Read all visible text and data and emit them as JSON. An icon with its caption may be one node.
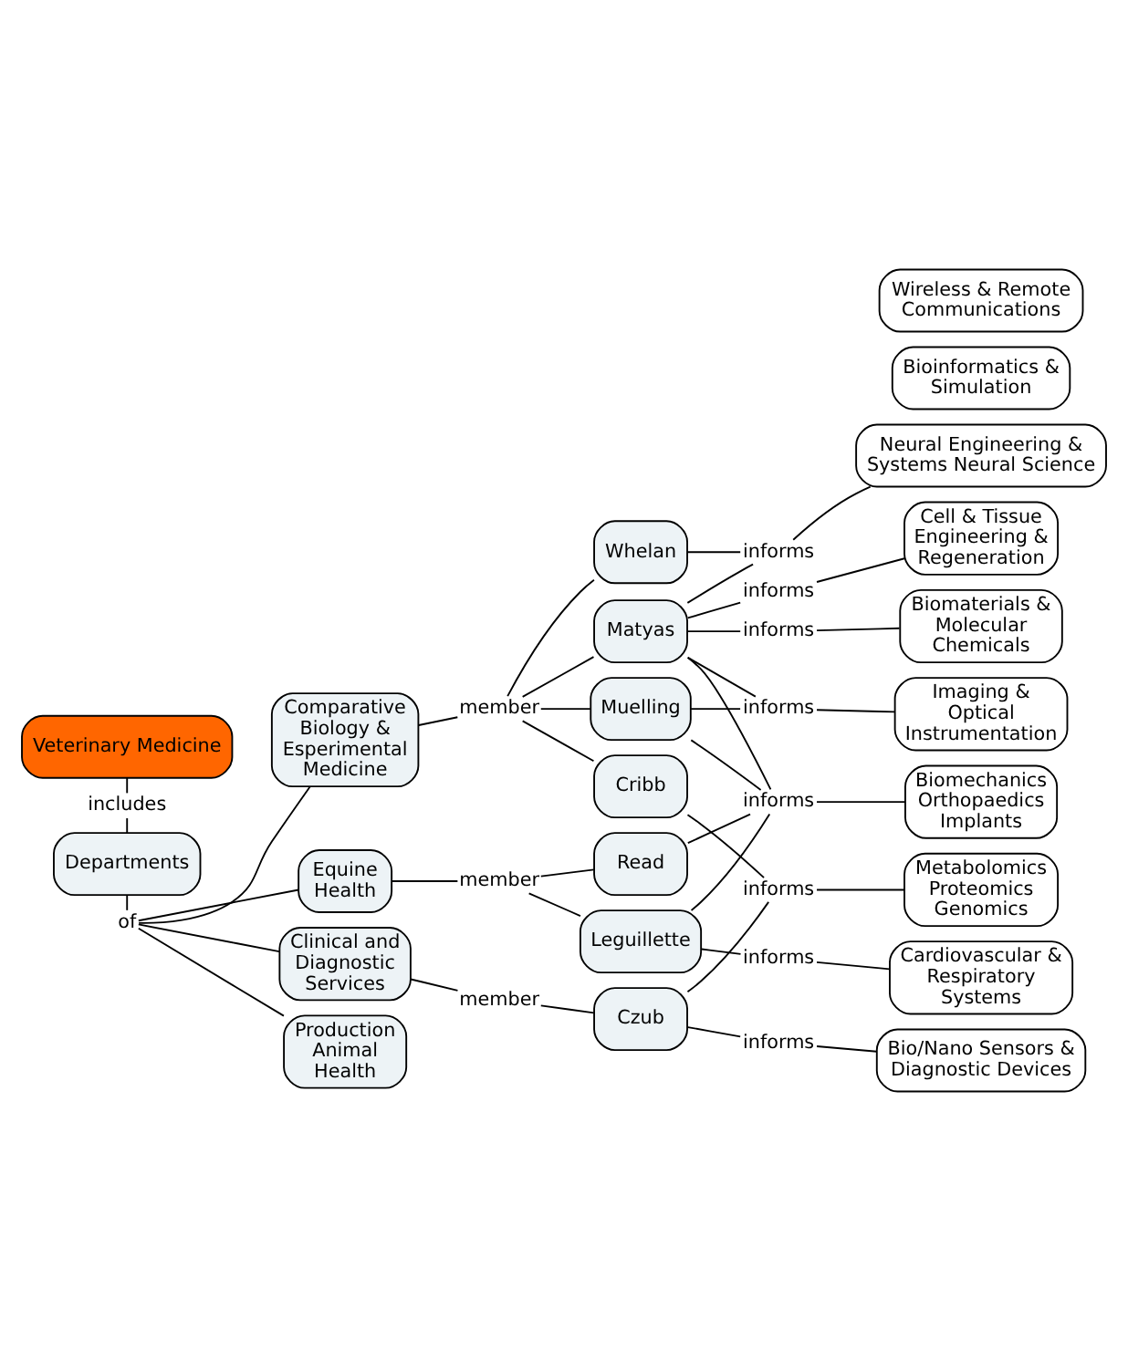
{
  "diagram": {
    "nodes": [
      {
        "text": [
          "Veterinary Medicine"
        ]
      },
      {
        "text": [
          "includes"
        ]
      },
      {
        "text": [
          "Departments"
        ]
      },
      {
        "text": [
          "of"
        ]
      },
      {
        "text": [
          "Comparative Biology & Esperimental Medicine"
        ]
      },
      {
        "text": [
          "Whelan"
        ]
      },
      {
        "text": [
          "informs"
        ]
      },
      {
        "text": [
          "Neural Engineering & Systems Neural Science"
        ]
      },
      {
        "text": [
          "member"
        ]
      },
      {
        "text": [
          "Matyas"
        ]
      },
      {
        "text": [
          "informs"
        ]
      },
      {
        "text": [
          "Biomechanics Orthopaedics Implants"
        ]
      },
      {
        "text": [
          "Clinical and Diagnostic Services"
        ]
      },
      {
        "text": [
          "Muelling"
        ]
      },
      {
        "text": [
          "informs"
        ]
      },
      {
        "text": [
          "Cell & Tissue Engineering & Regeneration"
        ]
      },
      {
        "text": [
          "Cribb"
        ]
      },
      {
        "text": [
          "Production Animal Health"
        ]
      },
      {
        "text": [
          "informs"
        ]
      },
      {
        "text": [
          "Cardiovascular & Respiratory Systems"
        ]
      },
      {
        "text": [
          "member"
        ]
      },
      {
        "text": [
          "Equine Health"
        ]
      },
      {
        "text": [
          "Czub"
        ]
      },
      {
        "text": [
          "informs"
        ]
      },
      {
        "text": [
          "Imaging & Optical Instrumentation"
        ]
      },
      {
        "text": [
          "informs"
        ]
      },
      {
        "text": [
          "Bio/Nano Sensors & Diagnostic Devices"
        ]
      },
      {
        "text": [
          "member"
        ]
      },
      {
        "text": [
          "Leguillette"
        ]
      },
      {
        "text": [
          "Bioinformatics & Simulation"
        ]
      },
      {
        "text": [
          "Wireless & Remote Communications"
        ]
      },
      {
        "text": [
          "Read"
        ]
      },
      {
        "text": [
          "informs"
        ]
      },
      {
        "text": [
          "Metabolomics Proteomics Genomics"
        ]
      },
      {
        "text": [
          "informs"
        ]
      },
      {
        "text": [
          "Biomaterials & Molecular Chemicals"
        ]
      }
    ],
    "edges": [
      {
        "from": 0,
        "to": 1,
        "arrow": "none"
      },
      {
        "from": 1,
        "to": 2,
        "arrow": "none"
      },
      {
        "from": 2,
        "to": 3,
        "arrow": "none"
      },
      {
        "from": 3,
        "to": 4,
        "arrow": "none"
      },
      {
        "from": 3,
        "to": 12,
        "arrow": "none"
      },
      {
        "from": 3,
        "to": 17,
        "arrow": "none"
      },
      {
        "from": 3,
        "to": 21,
        "arrow": "none"
      },
      {
        "from": 4,
        "to": 8,
        "arrow": "none"
      },
      {
        "from": 8,
        "to": 5,
        "arrow": "none"
      },
      {
        "from": 8,
        "to": 9,
        "arrow": "none"
      },
      {
        "from": 8,
        "to": 13,
        "arrow": "none"
      },
      {
        "from": 8,
        "to": 16,
        "arrow": "none"
      },
      {
        "from": 5,
        "to": 6,
        "arrow": "none"
      },
      {
        "from": 9,
        "to": 6,
        "arrow": "none"
      },
      {
        "from": 6,
        "to": 7,
        "arrow": "none"
      },
      {
        "from": 9,
        "to": 10,
        "arrow": "none"
      },
      {
        "from": 13,
        "to": 10,
        "arrow": "none"
      },
      {
        "from": 28,
        "to": 10,
        "arrow": "none"
      },
      {
        "from": 31,
        "to": 10,
        "arrow": "none"
      },
      {
        "from": 10,
        "to": 11,
        "arrow": "none"
      },
      {
        "from": 9,
        "to": 14,
        "arrow": "none"
      },
      {
        "from": 14,
        "to": 15,
        "arrow": "none"
      },
      {
        "from": 28,
        "to": 18,
        "arrow": "none"
      },
      {
        "from": 18,
        "to": 19,
        "arrow": "none"
      },
      {
        "from": 12,
        "to": 20,
        "arrow": "none"
      },
      {
        "from": 20,
        "to": 22,
        "arrow": "none"
      },
      {
        "from": 9,
        "to": 23,
        "arrow": "none"
      },
      {
        "from": 13,
        "to": 23,
        "arrow": "none"
      },
      {
        "from": 23,
        "to": 24,
        "arrow": "none"
      },
      {
        "from": 22,
        "to": 25,
        "arrow": "none"
      },
      {
        "from": 25,
        "to": 26,
        "arrow": "none"
      },
      {
        "from": 21,
        "to": 27,
        "arrow": "none"
      },
      {
        "from": 27,
        "to": 28,
        "arrow": "none"
      },
      {
        "from": 27,
        "to": 31,
        "arrow": "none"
      },
      {
        "from": 16,
        "to": 32,
        "arrow": "none"
      },
      {
        "from": 22,
        "to": 32,
        "arrow": "none"
      },
      {
        "from": 32,
        "to": 33,
        "arrow": "none"
      },
      {
        "from": 9,
        "to": 34,
        "arrow": "none"
      },
      {
        "from": 34,
        "to": 35,
        "arrow": "none"
      }
    ]
  }
}
